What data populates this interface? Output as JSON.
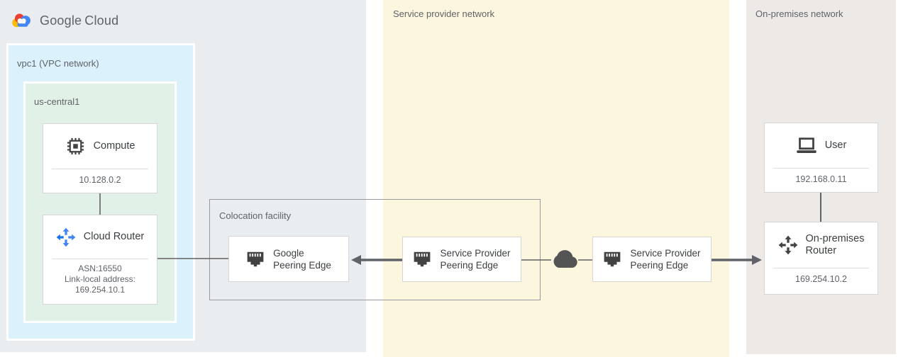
{
  "header": {
    "logo": {
      "google": "Google",
      "cloud": "Cloud"
    }
  },
  "regions": {
    "vpc": {
      "label": "vpc1 (VPC network)"
    },
    "subnet": {
      "label": "us-central1"
    },
    "colocation": {
      "label": "Colocation facility"
    },
    "service_provider": {
      "label": "Service provider network"
    },
    "on_premises": {
      "label": "On-premises network"
    }
  },
  "nodes": {
    "compute": {
      "label": "Compute",
      "ip": "10.128.0.2"
    },
    "cloud_router": {
      "label": "Cloud Router",
      "details": [
        "ASN:16550",
        "Link-local address:",
        "169.254.10.1"
      ]
    },
    "google_peering_edge": {
      "label": [
        "Google",
        "Peering Edge"
      ]
    },
    "sp_peering_edge_1": {
      "label": [
        "Service Provider",
        "Peering Edge"
      ]
    },
    "sp_peering_edge_2": {
      "label": [
        "Service Provider",
        "Peering Edge"
      ]
    },
    "user": {
      "label": "User",
      "ip": "192.168.0.11"
    },
    "on_premises_router": {
      "label": [
        "On-premises",
        "Router"
      ],
      "ip": "169.254.10.2"
    }
  },
  "icons": {
    "logo": "google-cloud-logo",
    "compute": "chip-icon",
    "cloud_router": "router-arrows-icon-blue",
    "peering_edge": "ethernet-port-icon",
    "user": "laptop-icon",
    "on_premises_router": "router-arrows-icon-gray",
    "internet": "cloud-icon"
  },
  "colors": {
    "gcp_region_bg": "#e9edf0",
    "vpc_bg": "#dbf1fb",
    "subnet_bg": "#e2f1e8",
    "service_provider_bg": "#fcf6de",
    "on_premises_bg": "#ece9e7",
    "node_border": "#d6d6d6",
    "colocation_border": "#97999c",
    "connector_gray": "#5f6368",
    "router_blue": "#4285f4",
    "router_blue_dark": "#1a73e8",
    "icon_gray": "#424242",
    "logo_red": "#ea4335",
    "logo_yellow": "#fbbc04",
    "logo_blue": "#4285f4"
  }
}
